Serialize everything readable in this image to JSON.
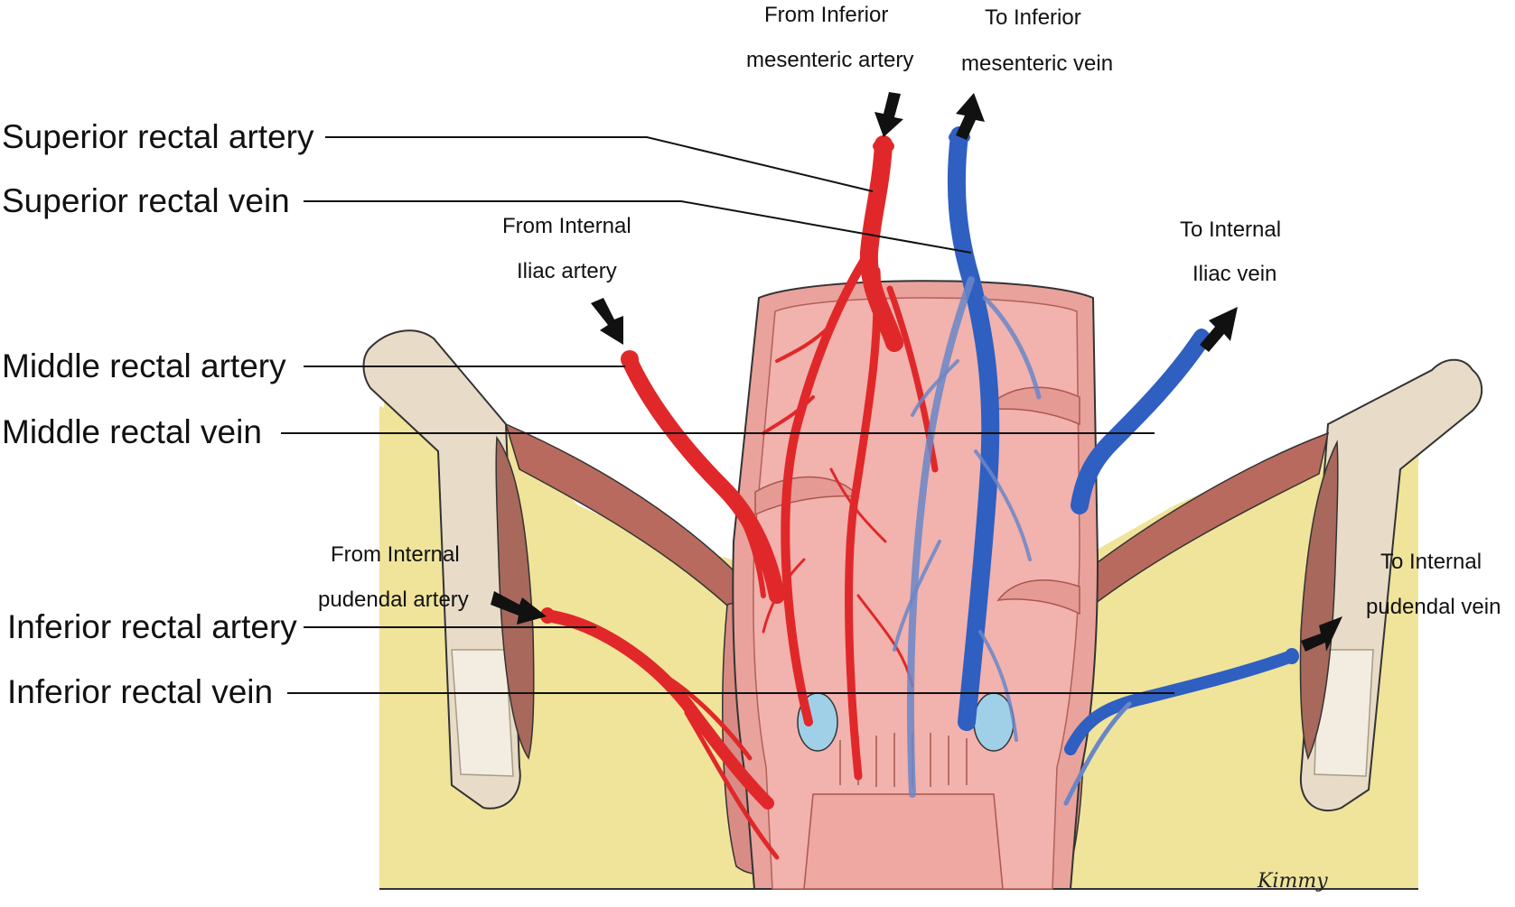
{
  "labels": {
    "superior_rectal_artery": "Superior rectal artery",
    "superior_rectal_vein": "Superior rectal vein",
    "middle_rectal_artery": "Middle rectal artery",
    "middle_rectal_vein": "Middle rectal vein",
    "inferior_rectal_artery": "Inferior rectal artery",
    "inferior_rectal_vein": "Inferior rectal vein"
  },
  "sources": {
    "ima_line1": "From Inferior",
    "ima_line2": "mesenteric artery",
    "imv_line1": "To Inferior",
    "imv_line2": "mesenteric vein",
    "iia_line1": "From Internal",
    "iia_line2": "Iliac artery",
    "iiv_line1": "To Internal",
    "iiv_line2": "Iliac vein",
    "ipa_line1": "From Internal",
    "ipa_line2": "pudendal artery",
    "ipv_line1": "To Internal",
    "ipv_line2": "pudendal vein"
  },
  "signature": "Kimmy",
  "colors": {
    "artery": "#e0282a",
    "vein": "#2f5fc0",
    "fat": "#efe49a",
    "rectum": "#f2b2ad",
    "muscle": "#b96a5e",
    "bone": "#e8dcc8"
  }
}
